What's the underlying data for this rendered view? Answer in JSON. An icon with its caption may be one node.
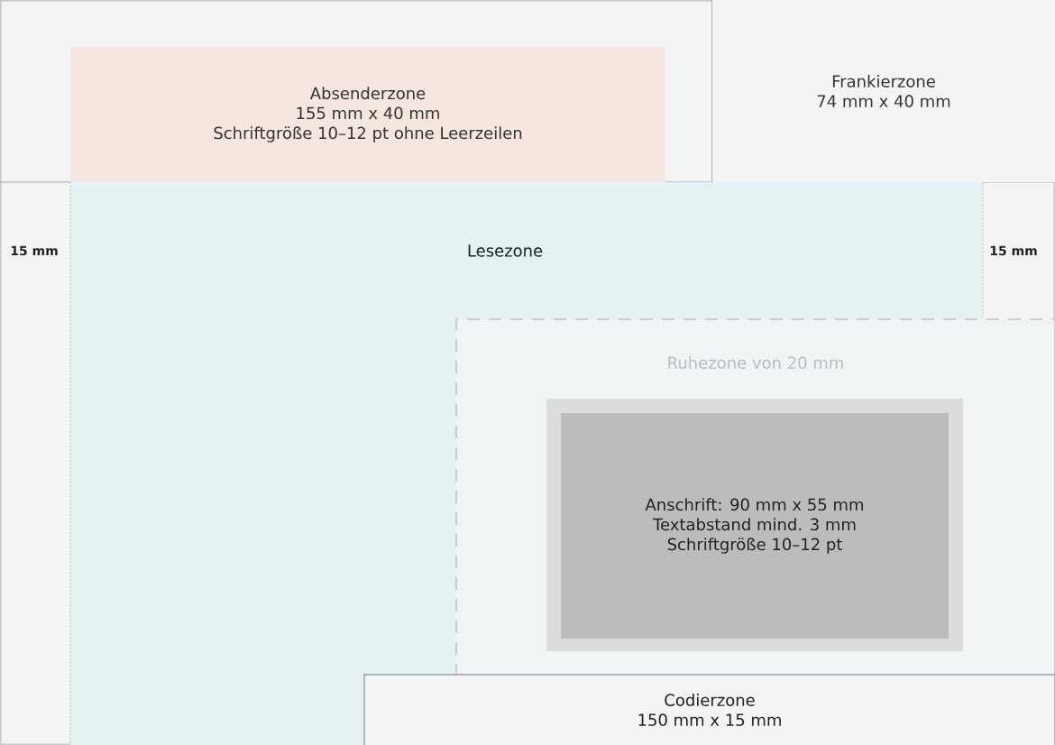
{
  "diagram": {
    "nodes": [
      {
        "text": [
          "Absenderzone",
          "155 mm x 40 mm",
          "Schriftgröße 10–12 pt ohne Leerzeilen"
        ]
      },
      {
        "text": [
          "Frankierzone",
          "74 mm x 40 mm"
        ]
      },
      {
        "text": [
          "Lesezone"
        ]
      },
      {
        "text": [
          "Ruhezone von 20 mm"
        ]
      },
      {
        "text": [
          "Anschrift: 90 mm x 55 mm",
          "Textabstand mind. 3 mm",
          "Schriftgröße 10–12 pt"
        ],
        "in": 3
      },
      {
        "text": [
          "Codierzone",
          "150 mm x 15 mm"
        ]
      }
    ],
    "labels": [
      "15 mm",
      "15 mm"
    ]
  }
}
